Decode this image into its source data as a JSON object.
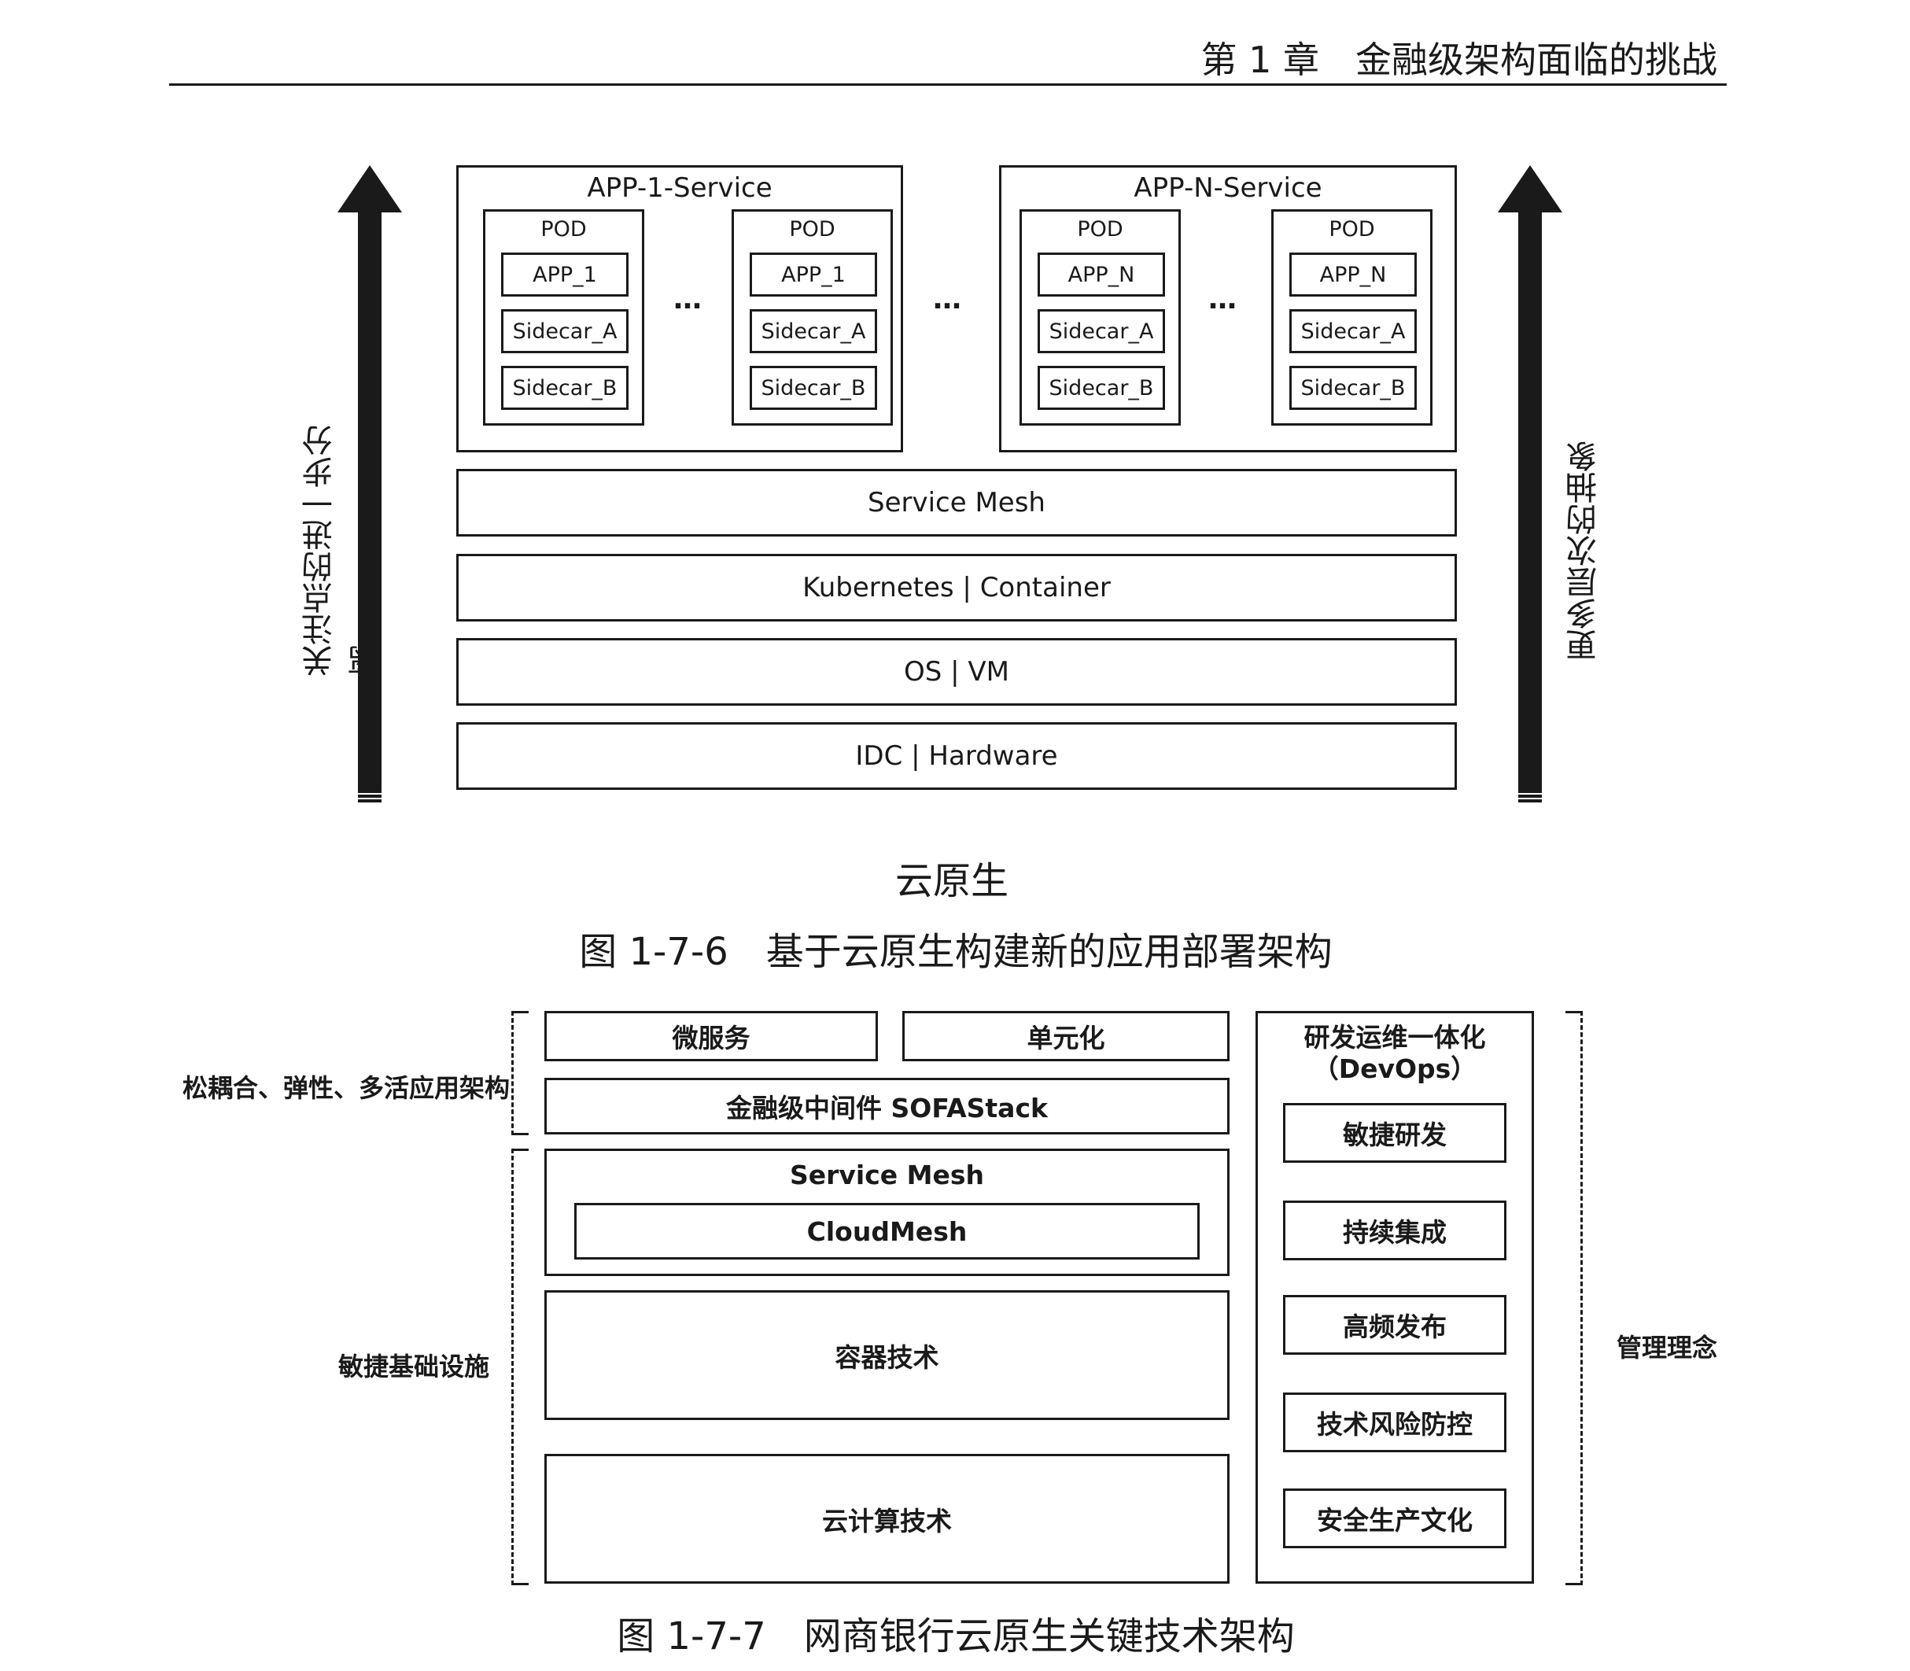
{
  "header": {
    "title": "第 1 章　金融级架构面临的挑战"
  },
  "fig1": {
    "left_arrow_label": "关注点的进一步分离",
    "right_arrow_label": "更多层次的抽象",
    "services": [
      {
        "title": "APP-1-Service",
        "pods": [
          {
            "label": "POD",
            "app": "APP_1",
            "sidecar_a": "Sidecar_A",
            "sidecar_b": "Sidecar_B"
          },
          {
            "label": "POD",
            "app": "APP_1",
            "sidecar_a": "Sidecar_A",
            "sidecar_b": "Sidecar_B"
          }
        ],
        "ellipsis": "…"
      },
      {
        "title": "APP-N-Service",
        "pods": [
          {
            "label": "POD",
            "app": "APP_N",
            "sidecar_a": "Sidecar_A",
            "sidecar_b": "Sidecar_B"
          },
          {
            "label": "POD",
            "app": "APP_N",
            "sidecar_a": "Sidecar_A",
            "sidecar_b": "Sidecar_B"
          }
        ],
        "ellipsis": "…"
      }
    ],
    "between_ellipsis": "…",
    "layers": [
      "Service Mesh",
      "Kubernetes | Container",
      "OS | VM",
      "IDC | Hardware"
    ],
    "subtitle": "云原生",
    "caption": "图 1-7-6　基于云原生构建新的应用部署架构"
  },
  "fig2": {
    "left_labels": {
      "top": "松耦合、弹性、多活应用架构",
      "bottom": "敏捷基础设施"
    },
    "right_label": "管理理念",
    "microservice": "微服务",
    "unitization": "单元化",
    "middleware": "金融级中间件 SOFAStack",
    "service_mesh": "Service Mesh",
    "cloudmesh": "CloudMesh",
    "container": "容器技术",
    "cloud": "云计算技术",
    "devops": {
      "title": "研发运维一体化",
      "subtitle": "（DevOps）",
      "items": [
        "敏捷研发",
        "持续集成",
        "高频发布",
        "技术风险防控",
        "安全生产文化"
      ]
    },
    "caption": "图 1-7-7　网商银行云原生关键技术架构"
  }
}
